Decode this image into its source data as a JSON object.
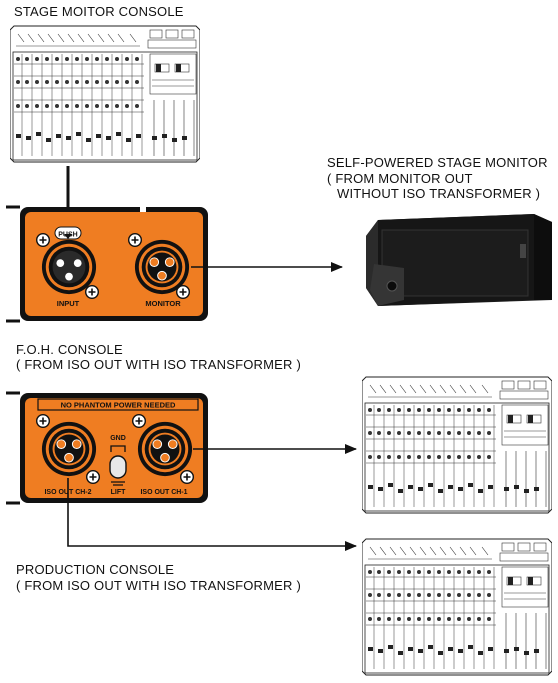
{
  "labels": {
    "stage_console": "STAGE MOITOR CONSOLE",
    "monitor_title_1": "SELF-POWERED STAGE MONITOR",
    "monitor_title_2": "( FROM MONITOR OUT",
    "monitor_title_3": "WITHOUT ISO TRANSFORMER )",
    "foh_title_1": "F.O.H. CONSOLE",
    "foh_title_2": "( FROM ISO OUT WITH ISO TRANSFORMER )",
    "prod_title_1": "PRODUCTION CONSOLE",
    "prod_title_2": "( FROM ISO OUT WITH ISO TRANSFORMER )"
  },
  "box_top": {
    "push": "PUSH",
    "input": "INPUT",
    "monitor": "MONITOR"
  },
  "box_bottom": {
    "banner": "NO PHANTOM POWER NEEDED",
    "gnd": "GND",
    "lift": "LIFT",
    "iso_ch2": "ISO OUT CH-2",
    "iso_ch1": "ISO OUT CH-1"
  },
  "colors": {
    "orange": "#ef7d22",
    "dark": "#111111"
  }
}
